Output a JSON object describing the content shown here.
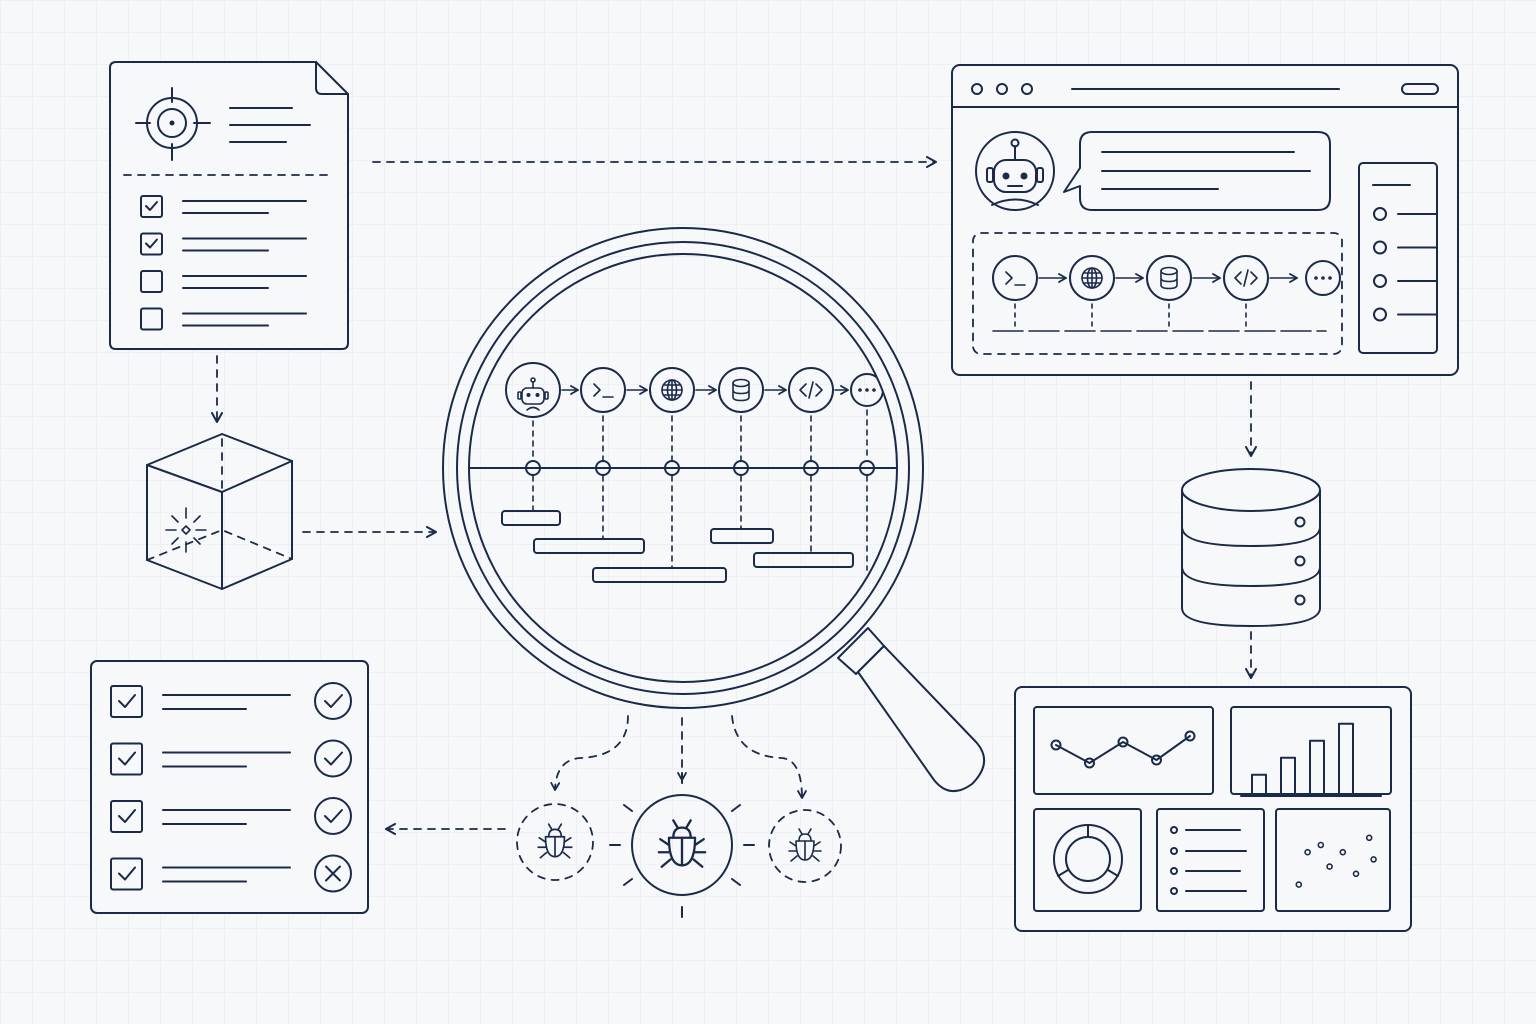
{
  "colors": {
    "ink": "#1b2a4a",
    "background": "#f7f8fa",
    "grid": "#e6e9ef"
  },
  "figure": {
    "kind": "agent-trajectory-inspection-workflow",
    "text_labels": []
  },
  "components": {
    "task_spec": {
      "icon": "target-icon",
      "checklist": [
        true,
        true,
        false,
        false
      ]
    },
    "environment": {
      "icon": "sandbox-cube-icon"
    },
    "agent_window": {
      "icon": "robot-avatar-icon",
      "tools": [
        "terminal-icon",
        "globe-icon",
        "database-icon",
        "code-icon",
        "more-icon"
      ],
      "side_items": 4
    },
    "inspector": {
      "icon": "magnifier-icon",
      "steps": [
        "robot-icon",
        "terminal-icon",
        "globe-icon",
        "database-icon",
        "code-icon",
        "more-icon"
      ]
    },
    "bugs": {
      "icons": [
        "bug-icon",
        "bug-icon",
        "bug-icon"
      ]
    },
    "verdicts": {
      "results": [
        "pass",
        "pass",
        "pass",
        "fail"
      ]
    },
    "storage": {
      "icon": "database-stack-icon",
      "layers": 3
    },
    "dashboard": {
      "line_points": [
        [
          0,
          0.25
        ],
        [
          1,
          0.55
        ],
        [
          2,
          0.2
        ],
        [
          3,
          0.5
        ],
        [
          4,
          0.1
        ]
      ],
      "bars": [
        0.25,
        0.45,
        0.65,
        0.85
      ],
      "scatter": [
        [
          0.1,
          0.8
        ],
        [
          0.2,
          0.35
        ],
        [
          0.35,
          0.25
        ],
        [
          0.45,
          0.55
        ],
        [
          0.6,
          0.35
        ],
        [
          0.75,
          0.65
        ],
        [
          0.9,
          0.15
        ],
        [
          0.95,
          0.45
        ]
      ]
    }
  }
}
